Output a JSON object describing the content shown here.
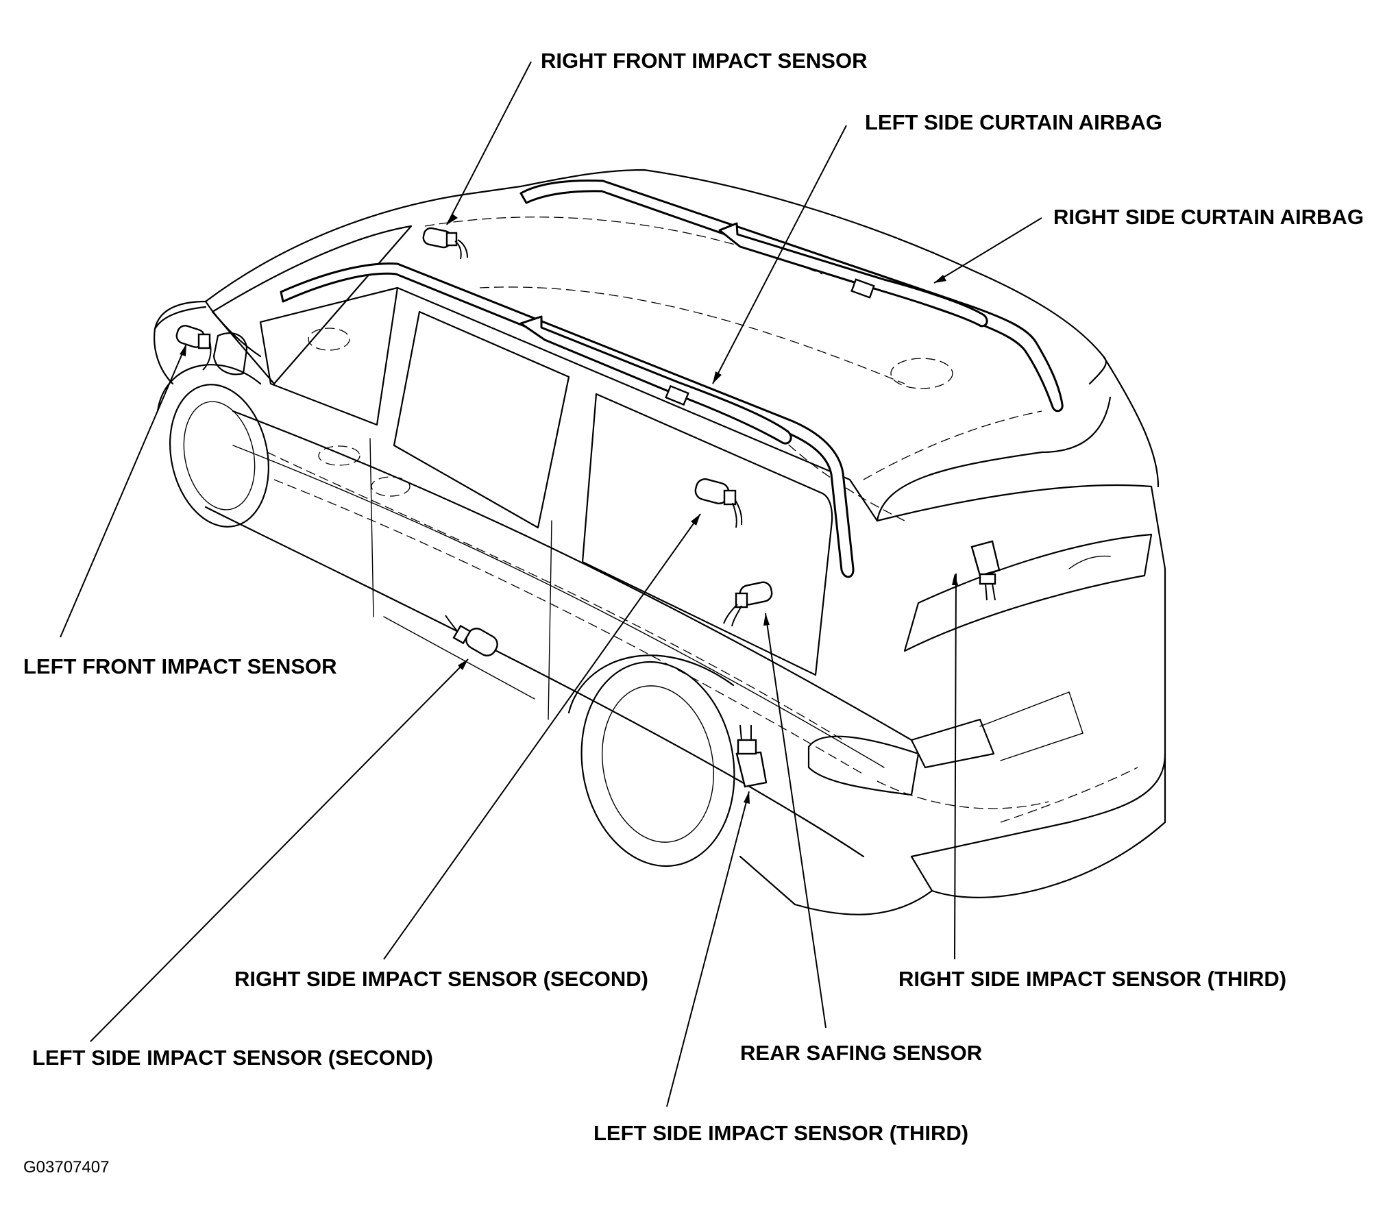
{
  "labels": {
    "right_front_impact_sensor": "RIGHT FRONT IMPACT SENSOR",
    "left_side_curtain_airbag": "LEFT SIDE CURTAIN AIRBAG",
    "right_side_curtain_airbag": "RIGHT SIDE CURTAIN AIRBAG",
    "left_front_impact_sensor": "LEFT FRONT IMPACT SENSOR",
    "right_side_impact_sensor_second": "RIGHT SIDE IMPACT SENSOR (SECOND)",
    "left_side_impact_sensor_second": "LEFT SIDE IMPACT SENSOR (SECOND)",
    "right_side_impact_sensor_third": "RIGHT SIDE IMPACT SENSOR (THIRD)",
    "rear_safing_sensor": "REAR SAFING SENSOR",
    "left_side_impact_sensor_third": "LEFT SIDE IMPACT SENSOR (THIRD)"
  },
  "figure_code": "G03707407"
}
